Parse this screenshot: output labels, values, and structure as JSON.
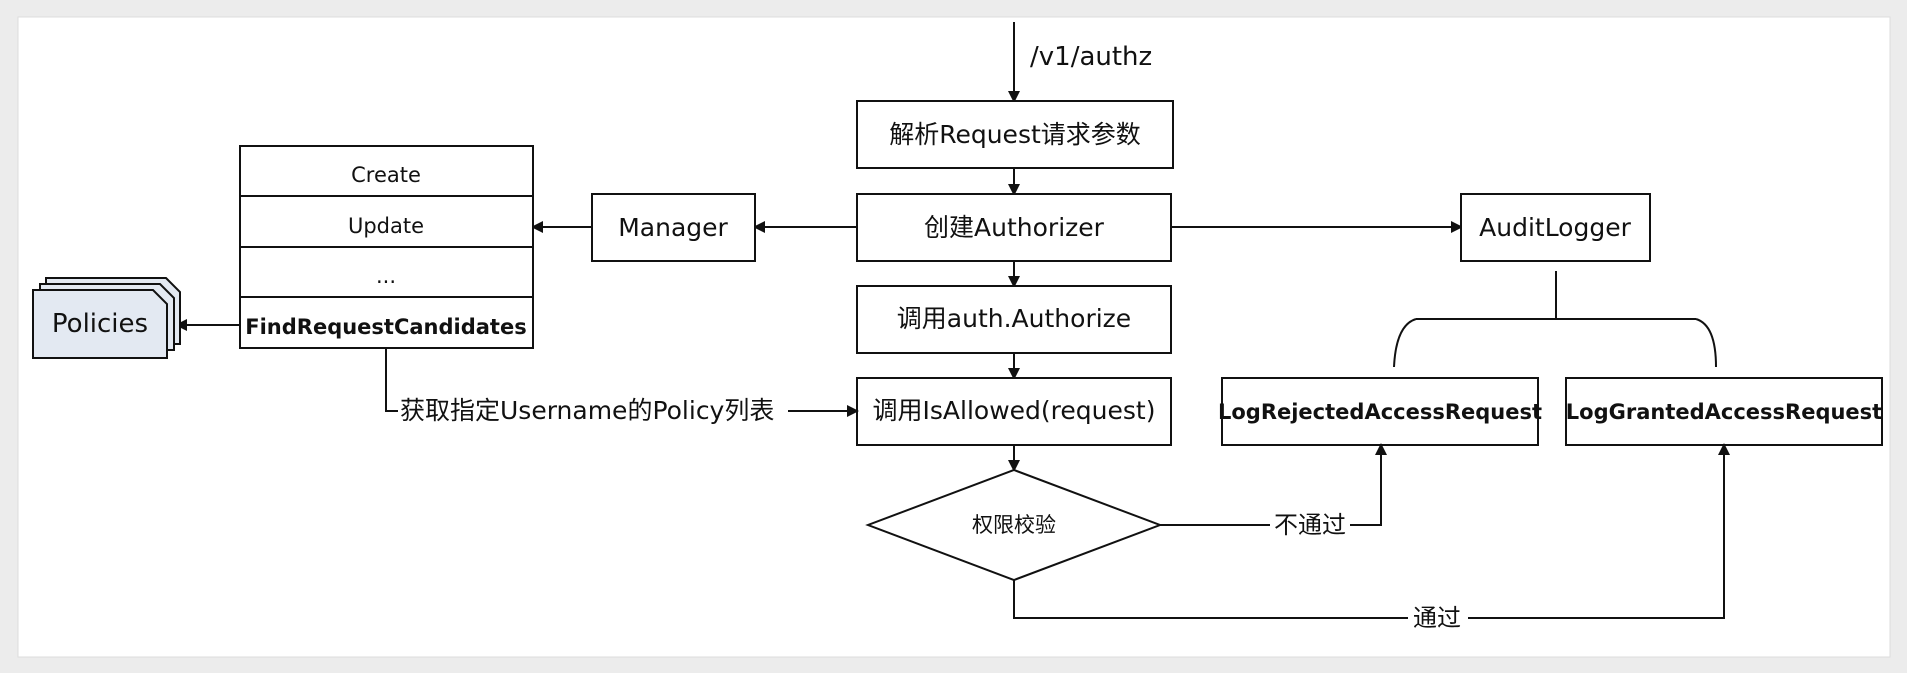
{
  "diagram": {
    "endpoint_label": "/v1/authz",
    "nodes": {
      "parse_request": "解析Request请求参数",
      "create_authorizer": "创建Authorizer",
      "call_authorize": "调用auth.Authorize",
      "call_isallowed": "调用IsAllowed(request)",
      "permission_check": "权限校验",
      "manager": "Manager",
      "audit_logger": "AuditLogger",
      "log_rejected": "LogRejectedAccessRequest",
      "log_granted": "LogGrantedAccessRequest",
      "policies": "Policies"
    },
    "manager_methods": [
      "Create",
      "Update",
      "...",
      "FindRequestCandidates"
    ],
    "edge_labels": {
      "get_policies": "获取指定Username的Policy列表",
      "rejected": "不通过",
      "granted": "通过"
    },
    "colors": {
      "background": "#ececec",
      "canvas": "#ffffff",
      "stroke": "#111111",
      "policies_fill": "#e3e9f2"
    }
  }
}
